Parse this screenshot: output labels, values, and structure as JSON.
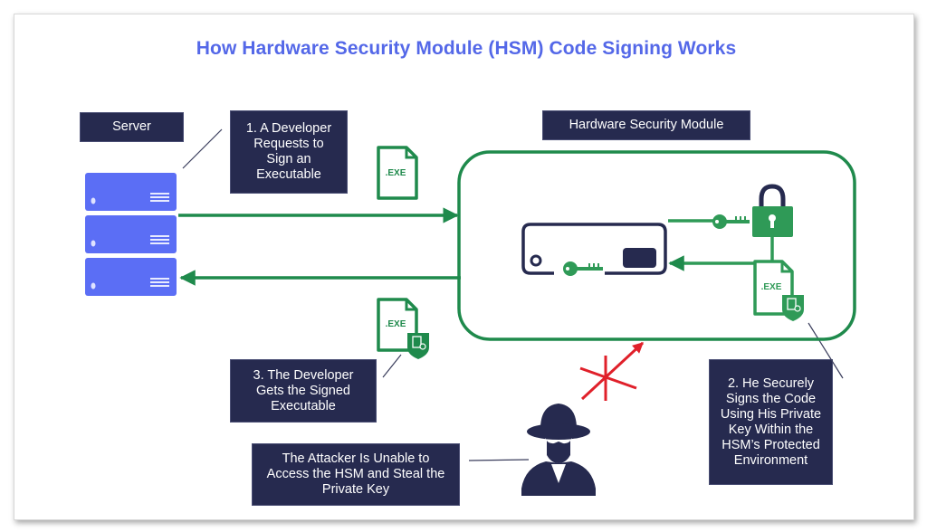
{
  "title": "How Hardware Security Module (HSM) Code Signing Works",
  "labels": {
    "server": "Server",
    "hsm": "Hardware Security Module",
    "step1": "1. A Developer Requests to Sign an Executable",
    "step2": "2. He Securely Signs the Code Using His Private Key Within the HSM’s Protected Environment",
    "step3": "3. The Developer Gets the Signed Executable",
    "attacker": "The Attacker Is Unable to Access the HSM and Steal the Private Key"
  },
  "file_icons": {
    "request_file": ".EXE",
    "signed_file_out": ".EXE",
    "signed_file_in_hsm": ".EXE"
  },
  "icons": [
    "server-stack-icon",
    "exe-file-icon",
    "signed-exe-file-icon",
    "padlock-icon",
    "key-icon",
    "hsm-device-icon",
    "attacker-icon",
    "blocked-arrow-icon"
  ],
  "colors": {
    "title": "#5468e8",
    "label_bg": "#262a4f",
    "green": "#1f8a4c",
    "server_blue": "#5b6ef5",
    "navy": "#262a4f",
    "blocked_red": "#e0202a"
  }
}
